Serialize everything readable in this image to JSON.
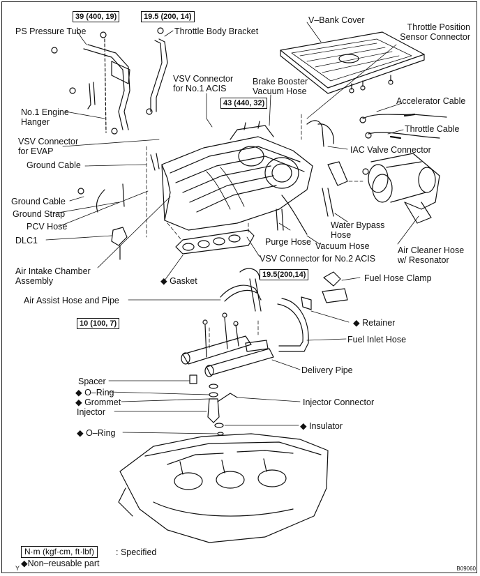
{
  "labels": {
    "ps_pressure_tube": "PS Pressure Tube",
    "throttle_body_bracket": "Throttle Body Bracket",
    "v_bank_cover": "V–Bank Cover",
    "throttle_position_sensor_connector": "Throttle Position\nSensor Connector",
    "vsv_connector_acis1": "VSV Connector\nfor No.1 ACIS",
    "brake_booster_vacuum_hose": "Brake Booster\nVacuum Hose",
    "no1_engine_hanger": "No.1 Engine\nHanger",
    "accelerator_cable": "Accelerator Cable",
    "throttle_cable": "Throttle Cable",
    "vsv_connector_evap": "VSV Connector\nfor EVAP",
    "iac_valve_connector": "IAC Valve Connector",
    "ground_cable_1": "Ground Cable",
    "ground_cable_2": "Ground Cable",
    "ground_strap": "Ground Strap",
    "pcv_hose": "PCV Hose",
    "water_bypass_hose": "Water Bypass\nHose",
    "dlc1": "DLC1",
    "purge_hose": "Purge Hose",
    "vacuum_hose": "Vacuum Hose",
    "air_cleaner_hose": "Air Cleaner Hose\nw/ Resonator",
    "air_intake_chamber": "Air Intake Chamber\nAssembly",
    "vsv_connector_acis2": "VSV Connector for No.2 ACIS",
    "gasket": "◆ Gasket",
    "fuel_hose_clamp": "Fuel Hose Clamp",
    "air_assist_hose": "Air Assist Hose and Pipe",
    "retainer": "◆ Retainer",
    "fuel_inlet_hose": "Fuel Inlet Hose",
    "delivery_pipe": "Delivery Pipe",
    "spacer": "Spacer",
    "o_ring_1": "◆ O–Ring",
    "grommet": "◆ Grommet",
    "injector_connector": "Injector Connector",
    "injector": "Injector",
    "insulator": "◆ Insulator",
    "o_ring_2": "◆ O–Ring"
  },
  "torques": {
    "t1": "39 (400, 19)",
    "t2": "19.5 (200, 14)",
    "t3": "43 (440, 32)",
    "t4": "19.5(200,14)",
    "t5": "10 (100, 7)"
  },
  "legend": {
    "unit": "N·m (kgf·cm, ft·lbf)",
    "specified": ": Specified",
    "non_reusable": "◆Non–reusable part"
  },
  "figure_code": "B09060",
  "corner_mark": "Y"
}
